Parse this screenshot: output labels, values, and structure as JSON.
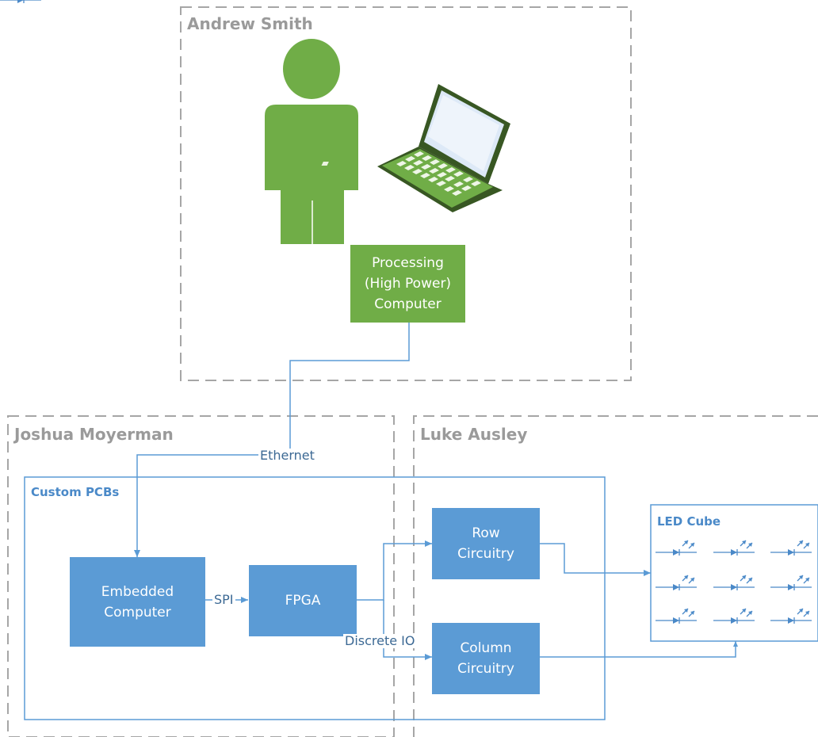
{
  "zones": {
    "andrew": "Andrew Smith",
    "joshua": "Joshua Moyerman",
    "luke": "Luke Ausley"
  },
  "groups": {
    "custom_pcbs": "Custom PCBs",
    "led_cube": "LED Cube"
  },
  "nodes": {
    "processing": "Processing\n(High Power)\nComputer",
    "embedded": "Embedded\nComputer",
    "fpga": "FPGA",
    "row": "Row\nCircuitry",
    "column": "Column\nCircuitry"
  },
  "edges": {
    "ethernet": "Ethernet",
    "spi": "SPI",
    "discrete_io": "Discrete IO"
  },
  "colors": {
    "green": "#70ad47",
    "blue": "#5b9bd5",
    "line": "#5b9bd5",
    "dashed_border": "#a6a6a6"
  },
  "icons": [
    "person-icon",
    "laptop-icon",
    "led-cube-diode-icon"
  ]
}
